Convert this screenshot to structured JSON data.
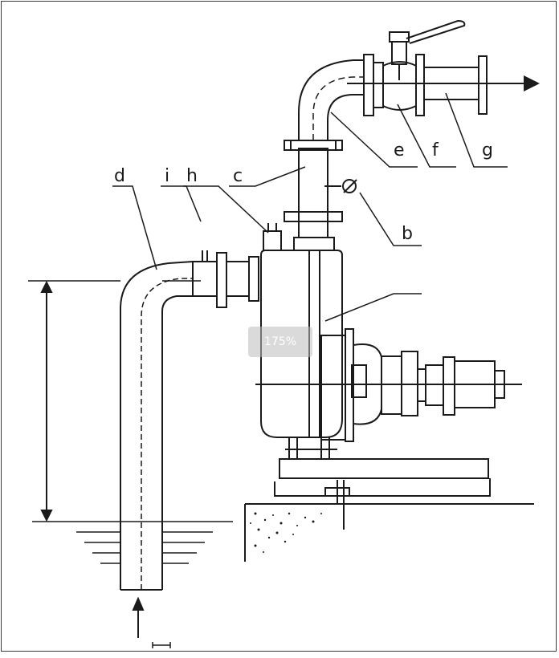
{
  "diagram": {
    "labels": {
      "a": "",
      "b": "b",
      "c": "c",
      "d": "d",
      "e": "e",
      "f": "f",
      "g": "g",
      "h": "h",
      "i": "i",
      "height": ""
    }
  },
  "zoom_indicator": "175%",
  "colors": {
    "line": "#1a1a1a",
    "background": "#ffffff"
  }
}
